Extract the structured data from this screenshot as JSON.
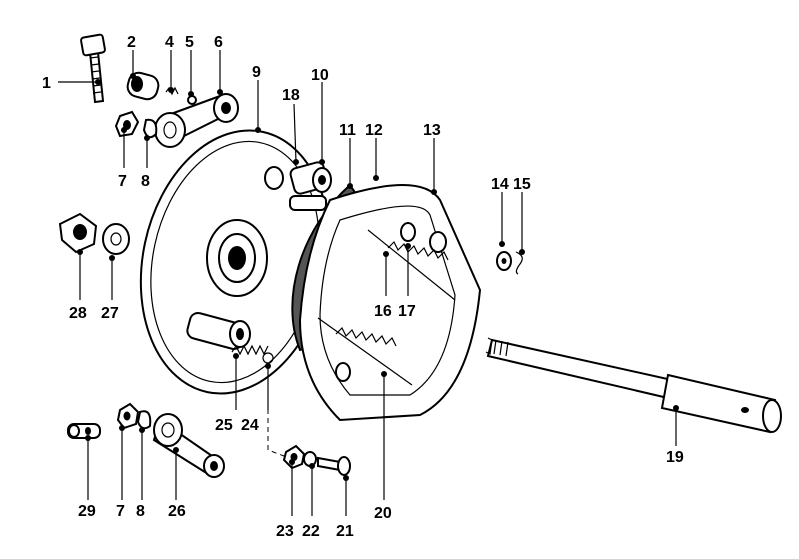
{
  "callouts": [
    {
      "id": "1",
      "text": "1"
    },
    {
      "id": "2",
      "text": "2"
    },
    {
      "id": "4",
      "text": "4"
    },
    {
      "id": "5",
      "text": "5"
    },
    {
      "id": "6",
      "text": "6"
    },
    {
      "id": "7a",
      "text": "7"
    },
    {
      "id": "8a",
      "text": "8"
    },
    {
      "id": "9",
      "text": "9"
    },
    {
      "id": "10",
      "text": "10"
    },
    {
      "id": "11",
      "text": "11"
    },
    {
      "id": "12",
      "text": "12"
    },
    {
      "id": "13",
      "text": "13"
    },
    {
      "id": "14",
      "text": "14"
    },
    {
      "id": "15",
      "text": "15"
    },
    {
      "id": "16",
      "text": "16"
    },
    {
      "id": "17",
      "text": "17"
    },
    {
      "id": "18",
      "text": "18"
    },
    {
      "id": "19",
      "text": "19"
    },
    {
      "id": "20",
      "text": "20"
    },
    {
      "id": "21",
      "text": "21"
    },
    {
      "id": "22",
      "text": "22"
    },
    {
      "id": "23",
      "text": "23"
    },
    {
      "id": "24",
      "text": "24"
    },
    {
      "id": "25",
      "text": "25"
    },
    {
      "id": "26",
      "text": "26"
    },
    {
      "id": "27",
      "text": "27"
    },
    {
      "id": "28",
      "text": "28"
    },
    {
      "id": "29",
      "text": "29"
    },
    {
      "id": "7b",
      "text": "7"
    },
    {
      "id": "8b",
      "text": "8"
    }
  ]
}
